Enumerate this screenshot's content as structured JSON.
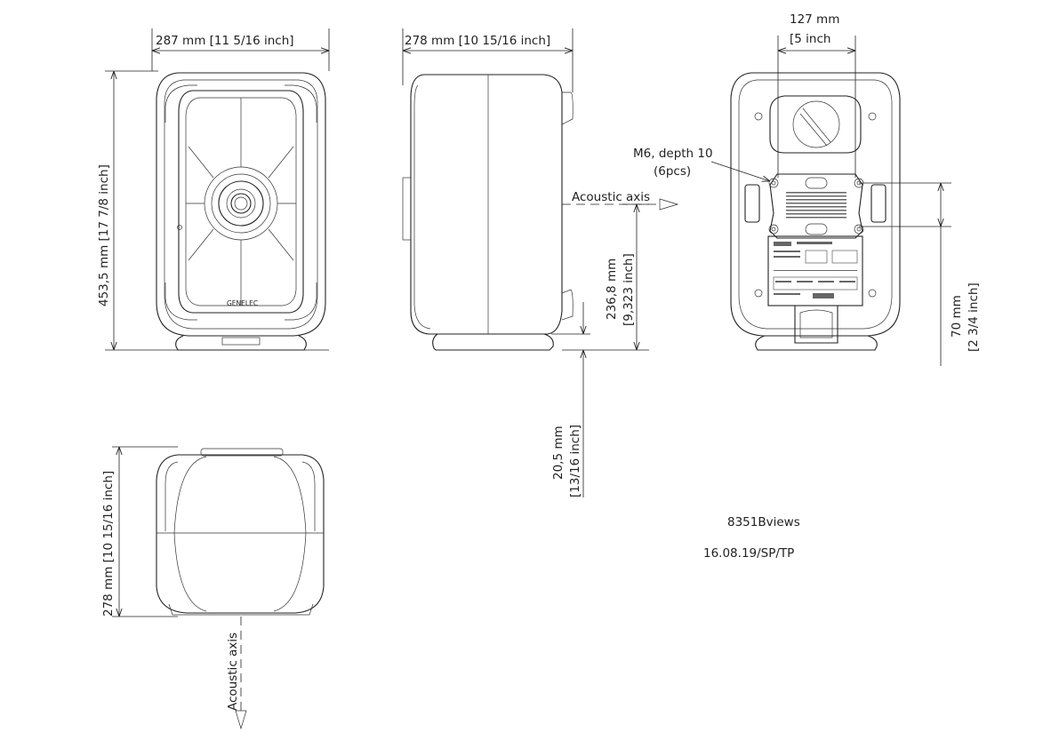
{
  "front_view": {
    "width_label": "287 mm [11 5/16 inch]",
    "height_label": "453,5 mm [17 7/8 inch]",
    "logo": "GENELEC"
  },
  "side_view": {
    "depth_label": "278 mm [10 15/16 inch]",
    "axis_label": "Acoustic axis",
    "axis_height_mm": "236,8 mm",
    "axis_height_inch": "[9,323 inch]",
    "base_height_mm": "20,5 mm",
    "base_height_inch": "[13/16 inch]"
  },
  "rear_view": {
    "mount_width_mm": "127 mm",
    "mount_width_inch": "[5 inch",
    "thread_label": "M6, depth 10",
    "thread_count": "(6pcs)",
    "mount_height_mm": "70 mm",
    "mount_height_inch": "[2 3/4 inch]"
  },
  "top_view": {
    "depth_label": "278 mm [10 15/16 inch]",
    "axis_label": "Acoustic axis"
  },
  "title_block": {
    "drawing_name": "8351Bviews",
    "revision": "16.08.19/SP/TP"
  }
}
